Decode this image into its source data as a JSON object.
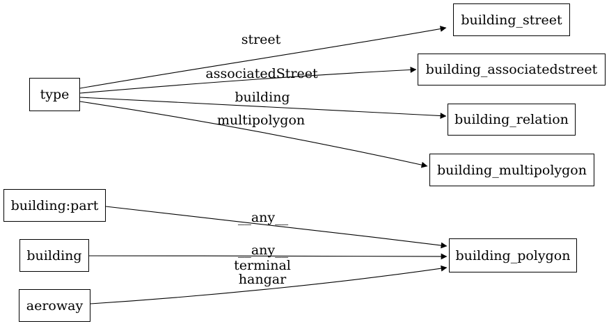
{
  "diagram": {
    "type": "directed-graph",
    "background_color": "#ffffff",
    "stroke_color": "#000000",
    "node_fill_color": "#ffffff",
    "text_color": "#000000",
    "nodes": [
      {
        "id": "type",
        "label": "type"
      },
      {
        "id": "building_street",
        "label": "building_street"
      },
      {
        "id": "building_associatedstreet",
        "label": "building_associatedstreet"
      },
      {
        "id": "building_relation",
        "label": "building_relation"
      },
      {
        "id": "building_multipolygon",
        "label": "building_multipolygon"
      },
      {
        "id": "building:part",
        "label": "building:part"
      },
      {
        "id": "building",
        "label": "building"
      },
      {
        "id": "aeroway",
        "label": "aeroway"
      },
      {
        "id": "building_polygon",
        "label": "building_polygon"
      }
    ],
    "edges": [
      {
        "from": "type",
        "to": "building_street",
        "label": "street"
      },
      {
        "from": "type",
        "to": "building_associatedstreet",
        "label": "associatedStreet"
      },
      {
        "from": "type",
        "to": "building_relation",
        "label": "building"
      },
      {
        "from": "type",
        "to": "building_multipolygon",
        "label": "multipolygon"
      },
      {
        "from": "building:part",
        "to": "building_polygon",
        "label": "__any__"
      },
      {
        "from": "building",
        "to": "building_polygon",
        "label": "__any__"
      },
      {
        "from": "aeroway",
        "to": "building_polygon",
        "label": "terminal\nhangar"
      }
    ]
  }
}
